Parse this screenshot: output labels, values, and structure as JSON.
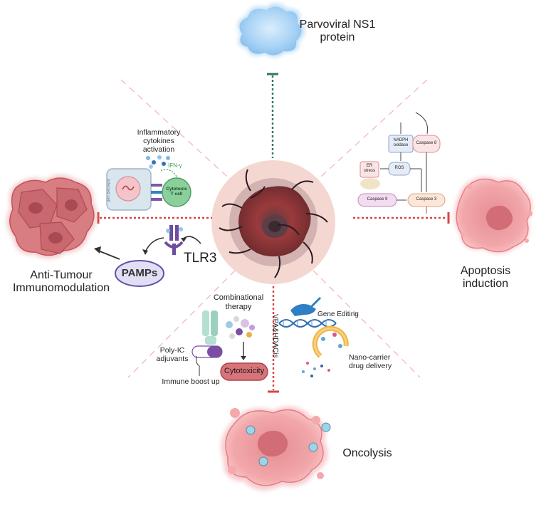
{
  "top": {
    "label_line1": "Parvoviral NS1",
    "label_line2": "protein"
  },
  "left_top": {
    "cytokines_line1": "Inflammatory",
    "cytokines_line2": "cytokines",
    "cytokines_line3": "activation",
    "ifn": "IFN-γ",
    "infected_cell": "Infected cell",
    "tcell_line1": "Cytotoxic",
    "tcell_line2": "T cell"
  },
  "left": {
    "pamps": "PAMPs",
    "tlr3": "TLR3",
    "outcome_line1": "Anti-Tumour",
    "outcome_line2": "Immunomodulation"
  },
  "right": {
    "nadph_line1": "NADPH",
    "nadph_line2": "oxidase",
    "caspase8": "Caspase 8",
    "er_line1": "ER",
    "er_line2": "stress",
    "ros": "ROS",
    "caspase9": "Caspase 9",
    "caspase3": "Caspase 3",
    "outcome_line1": "Apoptosis",
    "outcome_line2": "induction"
  },
  "bottom_left": {
    "combo_line1": "Combinational",
    "combo_line2": "therapy",
    "vpa": "VPA&HDACis",
    "polyic_line1": "Poly-IC",
    "polyic_line2": "adjuvants",
    "cytotoxicity": "Cytotoxicity",
    "immune": "Immune boost up"
  },
  "bottom_right": {
    "gene_editing": "Gene Editing",
    "nano_line1": "Nano-carrier",
    "nano_line2": "drug delivery"
  },
  "bottom": {
    "label": "Oncolysis"
  }
}
